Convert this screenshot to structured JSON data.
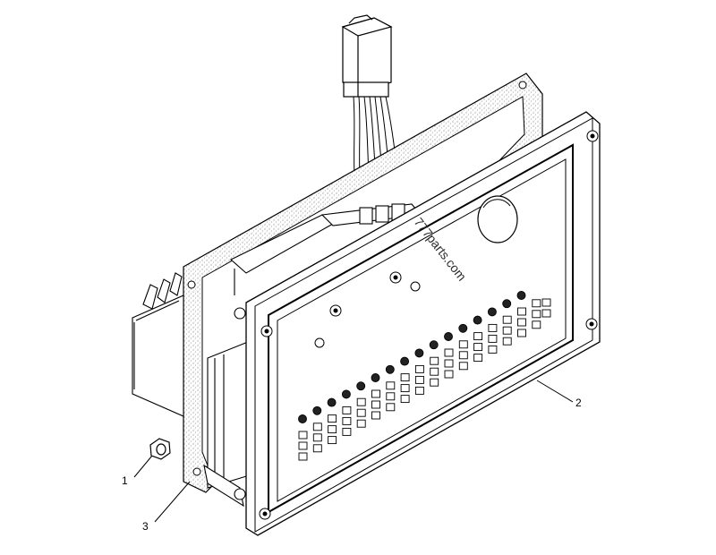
{
  "diagram": {
    "callouts": [
      {
        "id": "1",
        "label": "1",
        "part": "nut"
      },
      {
        "id": "2",
        "label": "2",
        "part": "indicator-panel"
      },
      {
        "id": "3",
        "label": "3",
        "part": "gasket"
      }
    ],
    "watermark": "777parts.com",
    "colors": {
      "line": "#000000",
      "background": "#ffffff",
      "gasket_speckle": "#555555"
    }
  }
}
